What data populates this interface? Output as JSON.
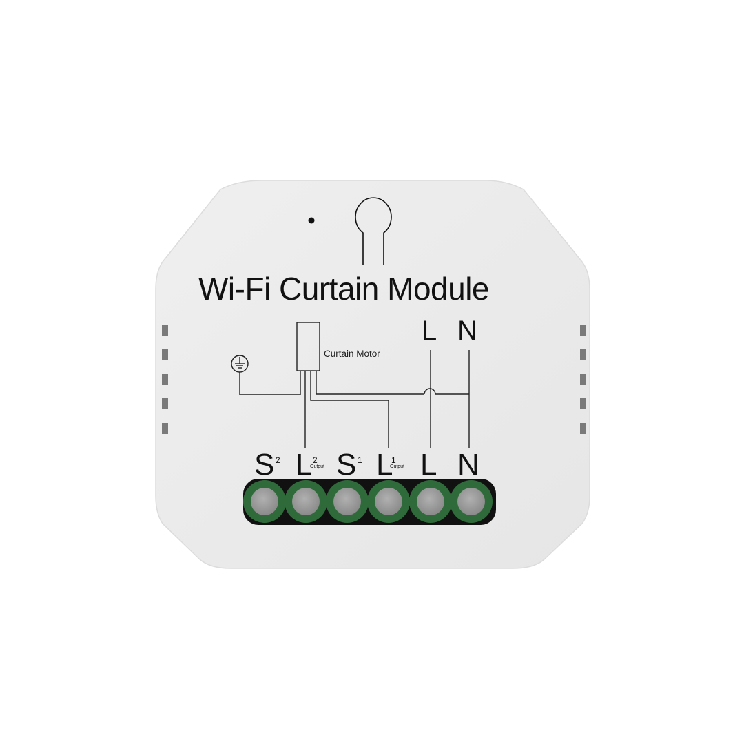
{
  "product": {
    "title": "Wi-Fi Curtain Module",
    "body_color": "#ececec",
    "terminal_block_color": "#2f6b3a",
    "screw_color": "#9a9a9a"
  },
  "diagram": {
    "motor_label": "Curtain Motor",
    "supply_labels": {
      "live": "L",
      "neutral": "N"
    },
    "ground_symbol": "earth-ground-icon"
  },
  "terminals": [
    {
      "label": "S",
      "superscript": "2",
      "subscript": ""
    },
    {
      "label": "L",
      "superscript": "2",
      "subscript": "Output"
    },
    {
      "label": "S",
      "superscript": "1",
      "subscript": ""
    },
    {
      "label": "L",
      "superscript": "1",
      "subscript": "Output"
    },
    {
      "label": "L",
      "superscript": "",
      "subscript": ""
    },
    {
      "label": "N",
      "superscript": "",
      "subscript": ""
    }
  ]
}
